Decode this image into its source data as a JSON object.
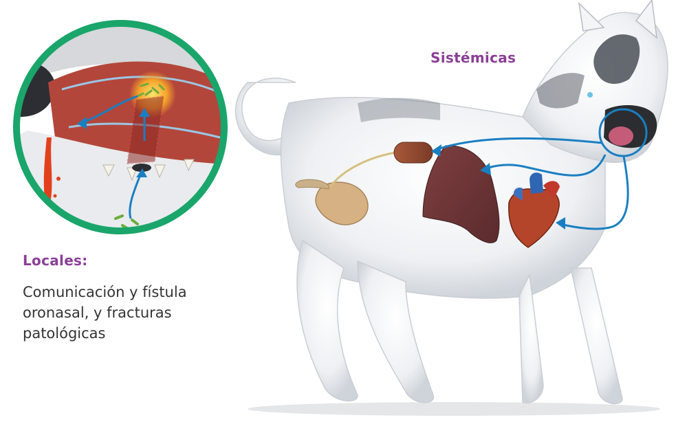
{
  "labels": {
    "systemic": "Sistémicas",
    "local": "Locales:",
    "local_description_lines": [
      "Comunicación y fístula",
      "oronasal, y  fracturas",
      "patológicas"
    ]
  },
  "colors": {
    "heading": "#8a3f96",
    "text": "#333333",
    "arrow": "#1a7fc2",
    "circle_border": "#1aa56b",
    "bacteria": "#6cac3c",
    "tissue": "#b3463a",
    "blood": "#e2401d"
  },
  "icons": {
    "arrow": "curved-arrow-icon",
    "bacteria": "bacteria-icon",
    "magnifier": "magnifier-circle"
  }
}
